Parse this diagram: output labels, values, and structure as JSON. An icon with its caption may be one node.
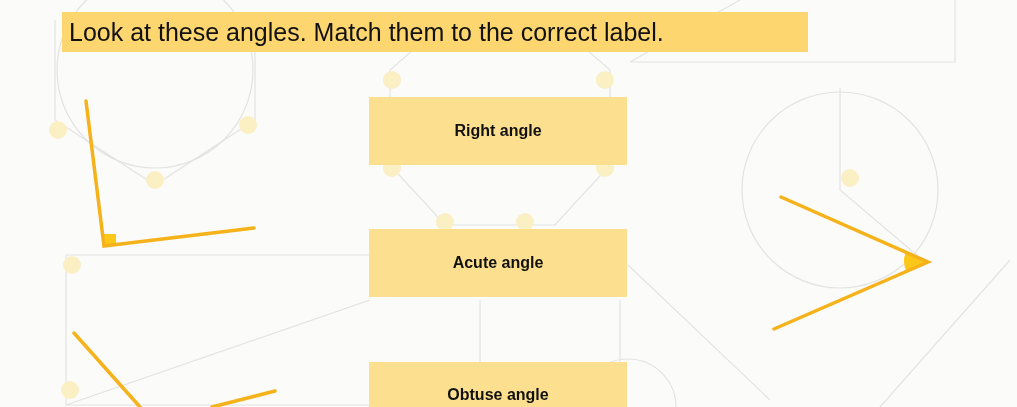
{
  "diagram": {
    "title": "Look at these angles. Match them to the correct label.",
    "nodes": [
      {
        "text": [
          "Right angle"
        ]
      },
      {
        "text": [
          "Acute angle"
        ]
      },
      {
        "text": [
          "Obtuse angle"
        ]
      }
    ]
  }
}
